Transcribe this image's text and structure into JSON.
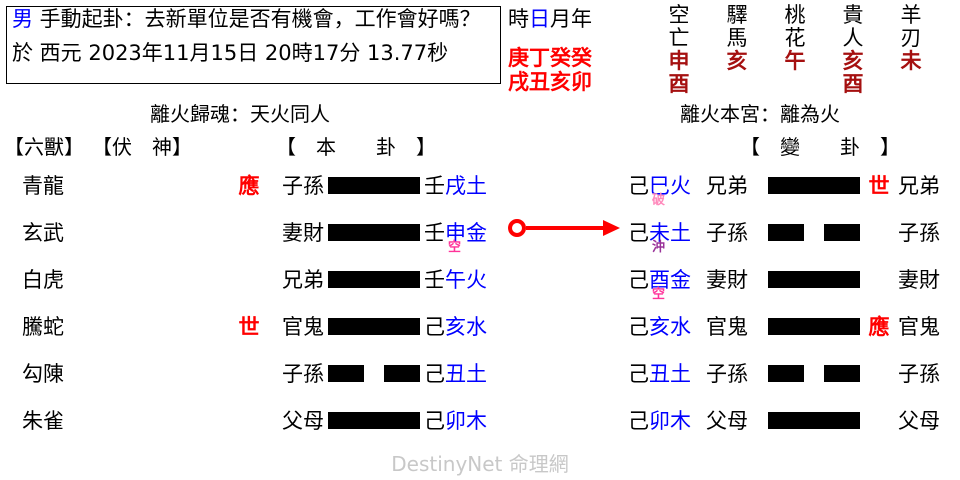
{
  "question_box": {
    "gender": "男",
    "line1_rest": " 手動起卦：去新單位是否有機會，工作會好嗎？",
    "line2": "於 西元   2023年11月15日   20時17分 13.77秒"
  },
  "pillars": {
    "labels_prefix": "時",
    "labels_day": "日",
    "labels_suffix": "月年",
    "stems": "庚丁癸癸",
    "branches": "戌丑亥卯"
  },
  "shensha": {
    "columns": [
      {
        "name_top": "空",
        "name_bottom": "亡",
        "value_top": "申",
        "value_bottom": "酉"
      },
      {
        "name_top": "驛",
        "name_bottom": "馬",
        "value_top": "亥",
        "value_bottom": ""
      },
      {
        "name_top": "桃",
        "name_bottom": "花",
        "value_top": "午",
        "value_bottom": ""
      },
      {
        "name_top": "貴",
        "name_bottom": "人",
        "value_top": "亥",
        "value_bottom": "酉"
      },
      {
        "name_top": "羊",
        "name_bottom": "刃",
        "value_top": "未",
        "value_bottom": ""
      }
    ]
  },
  "titles": {
    "left": "離火歸魂：天火同人",
    "right": "離火本宮：離為火"
  },
  "headers": {
    "beast": "【六獸】",
    "fushen": "【伏　神】",
    "benggua": "【　本　　卦　】",
    "biangua": "【　變　　卦　】"
  },
  "rows": [
    {
      "beast": "青龍",
      "fushen": "",
      "shiying_left": "應",
      "liuqin_left": "子孫",
      "yao_left": "yang",
      "gan_left": "壬",
      "zhi_left": "戌土",
      "mark_left": "",
      "mark_left_type": "",
      "changing": false,
      "gan_right": "己",
      "zhi_right": "巳火",
      "mark_right": "破",
      "mark_right_type": "po",
      "liuqin_right": "兄弟",
      "yao_right": "yang",
      "shiying_right": "世",
      "liuqin_right2": "兄弟"
    },
    {
      "beast": "玄武",
      "fushen": "",
      "shiying_left": "",
      "liuqin_left": "妻財",
      "yao_left": "yang",
      "gan_left": "壬",
      "zhi_left": "申金",
      "mark_left": "空",
      "mark_left_type": "kong",
      "changing": true,
      "gan_right": "己",
      "zhi_right": "未土",
      "mark_right": "沖",
      "mark_right_type": "chong",
      "liuqin_right": "子孫",
      "yao_right": "yin",
      "shiying_right": "",
      "liuqin_right2": "子孫"
    },
    {
      "beast": "白虎",
      "fushen": "",
      "shiying_left": "",
      "liuqin_left": "兄弟",
      "yao_left": "yang",
      "gan_left": "壬",
      "zhi_left": "午火",
      "mark_left": "",
      "mark_left_type": "",
      "changing": false,
      "gan_right": "己",
      "zhi_right": "酉金",
      "mark_right": "空",
      "mark_right_type": "kong",
      "liuqin_right": "妻財",
      "yao_right": "yang",
      "shiying_right": "",
      "liuqin_right2": "妻財"
    },
    {
      "beast": "騰蛇",
      "fushen": "",
      "shiying_left": "世",
      "liuqin_left": "官鬼",
      "yao_left": "yang",
      "gan_left": "己",
      "zhi_left": "亥水",
      "mark_left": "",
      "mark_left_type": "",
      "changing": false,
      "gan_right": "己",
      "zhi_right": "亥水",
      "mark_right": "",
      "mark_right_type": "",
      "liuqin_right": "官鬼",
      "yao_right": "yang",
      "shiying_right": "應",
      "liuqin_right2": "官鬼"
    },
    {
      "beast": "勾陳",
      "fushen": "",
      "shiying_left": "",
      "liuqin_left": "子孫",
      "yao_left": "yin",
      "gan_left": "己",
      "zhi_left": "丑土",
      "mark_left": "",
      "mark_left_type": "",
      "changing": false,
      "gan_right": "己",
      "zhi_right": "丑土",
      "mark_right": "",
      "mark_right_type": "",
      "liuqin_right": "子孫",
      "yao_right": "yin",
      "shiying_right": "",
      "liuqin_right2": "子孫"
    },
    {
      "beast": "朱雀",
      "fushen": "",
      "shiying_left": "",
      "liuqin_left": "父母",
      "yao_left": "yang",
      "gan_left": "己",
      "zhi_left": "卯木",
      "mark_left": "",
      "mark_left_type": "",
      "changing": false,
      "gan_right": "己",
      "zhi_right": "卯木",
      "mark_right": "",
      "mark_right_type": "",
      "liuqin_right": "父母",
      "yao_right": "yang",
      "shiying_right": "",
      "liuqin_right2": "父母"
    }
  ],
  "watermark": "DestinyNet 命理網",
  "colors": {
    "blue": "#0000ff",
    "red": "#ff0000",
    "dark_red": "#a51010",
    "pink": "#ff3399",
    "purple": "#993399",
    "watermark_gray": "#c8c8c8"
  }
}
